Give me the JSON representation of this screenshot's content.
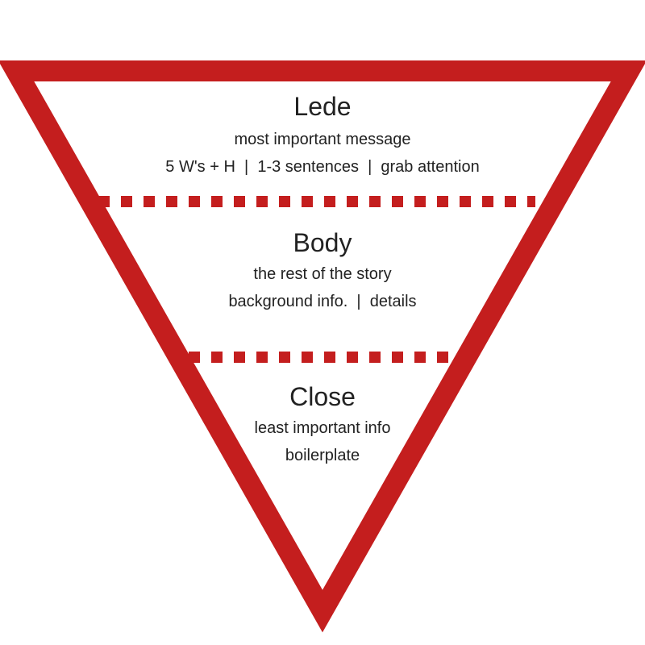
{
  "colors": {
    "frame": "#c41e1e",
    "text": "#222222",
    "background": "#ffffff"
  },
  "sections": {
    "lede": {
      "title": "Lede",
      "lines": [
        "most important message",
        "5 W's + H  |  1-3 sentences  |  grab attention"
      ]
    },
    "body": {
      "title": "Body",
      "lines": [
        "the rest of the story",
        "background info.  |  details"
      ]
    },
    "close": {
      "title": "Close",
      "lines": [
        "least important info",
        "boilerplate"
      ]
    }
  }
}
